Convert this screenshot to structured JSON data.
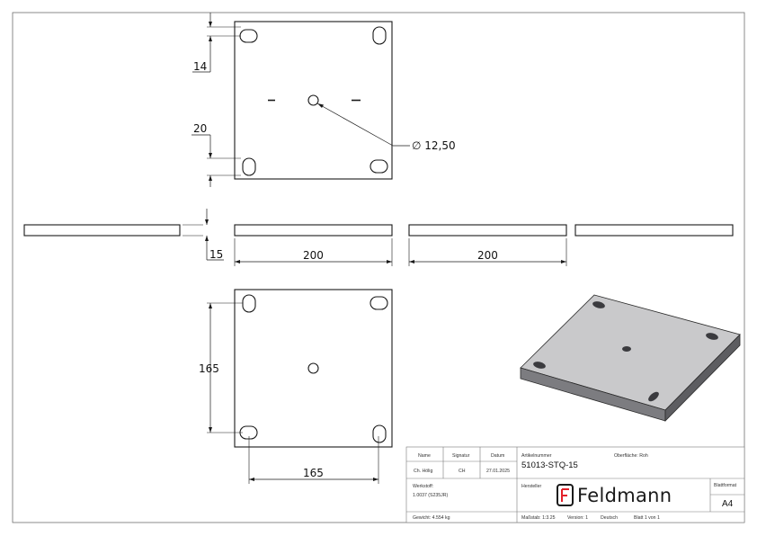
{
  "dimensions": {
    "d_14": "14",
    "d_20": "20",
    "d_hole": "∅ 12,50",
    "d_15": "15",
    "d_200_a": "200",
    "d_200_b": "200",
    "d_165_v": "165",
    "d_165_h": "165"
  },
  "title_block": {
    "col_name": "Name",
    "col_signatur": "Signatur",
    "col_datum": "Datum",
    "name_value": "Ch. Hölig",
    "signatur_value": "CH",
    "datum_value": "27.01.2025",
    "artikelnummer_label": "Artikelnummer",
    "artikelnummer_value": "51013-STQ-15",
    "oberflaeche": "Oberfläche: Roh",
    "werkstoff_label": "Werkstoff:",
    "werkstoff_value": "1.0037 (S235JR)",
    "hersteller_label": "Hersteller",
    "company": "Feldmann",
    "blattformat_label": "Blattformat",
    "blattformat_value": "A4",
    "gewicht": "Gewicht: 4.554 kg",
    "massstab": "Maßstab: 1:3.25",
    "version": "Version: 1",
    "sprache": "Deutsch",
    "blatt": "Blatt 1 von 1"
  },
  "colors": {
    "iso_top": "#c9c9cb",
    "iso_front": "#7c7c80",
    "iso_side": "#5d5d61",
    "logo_red": "#e3202a"
  },
  "icons": [
    "feldmann-logo-icon",
    "diameter-icon"
  ]
}
